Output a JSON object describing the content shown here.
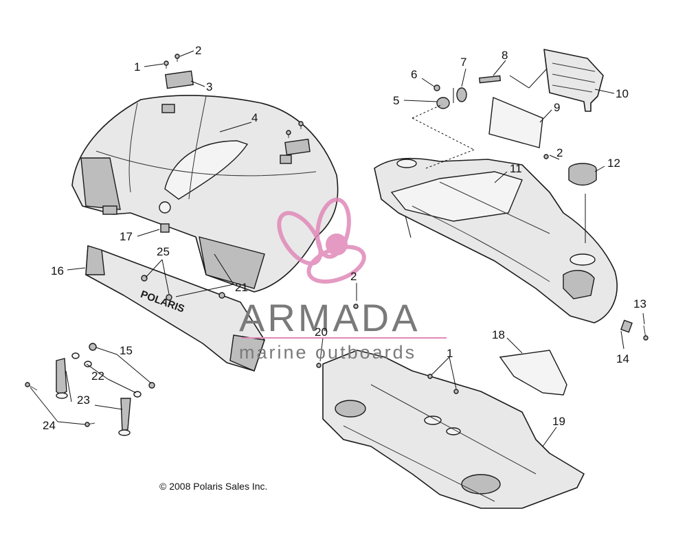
{
  "copyright": "© 2008 Polaris Sales Inc.",
  "watermark": {
    "brand": "ARMADA",
    "tagline": "marine outboards",
    "color": "#e089b8"
  },
  "hood_lettering": "POLARIS",
  "callouts": {
    "c1a": "1",
    "c2a": "2",
    "c3": "3",
    "c4": "4",
    "c5": "5",
    "c6": "6",
    "c7": "7",
    "c8": "8",
    "c9": "9",
    "c10": "10",
    "c11": "11",
    "c2b": "2",
    "c12": "12",
    "c17": "17",
    "c25": "25",
    "c16": "16",
    "c21": "21",
    "c2c": "2",
    "c13": "13",
    "c14": "14",
    "c18": "18",
    "c20": "20",
    "c1b": "1",
    "c15": "15",
    "c22": "22",
    "c23": "23",
    "c24": "24",
    "c19": "19"
  }
}
